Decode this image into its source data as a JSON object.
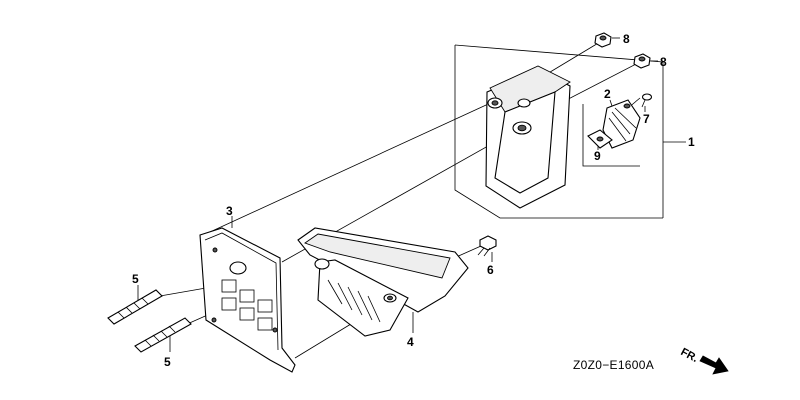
{
  "diagram": {
    "code": "Z0Z0−E1600A",
    "direction_label": "FR.",
    "callouts": [
      {
        "id": "callout-1",
        "text": "1"
      },
      {
        "id": "callout-2",
        "text": "2"
      },
      {
        "id": "callout-3",
        "text": "3"
      },
      {
        "id": "callout-4",
        "text": "4"
      },
      {
        "id": "callout-5a",
        "text": "5"
      },
      {
        "id": "callout-5b",
        "text": "5"
      },
      {
        "id": "callout-6",
        "text": "6"
      },
      {
        "id": "callout-7",
        "text": "7"
      },
      {
        "id": "callout-8a",
        "text": "8"
      },
      {
        "id": "callout-8b",
        "text": "8"
      },
      {
        "id": "callout-9",
        "text": "9"
      }
    ]
  }
}
